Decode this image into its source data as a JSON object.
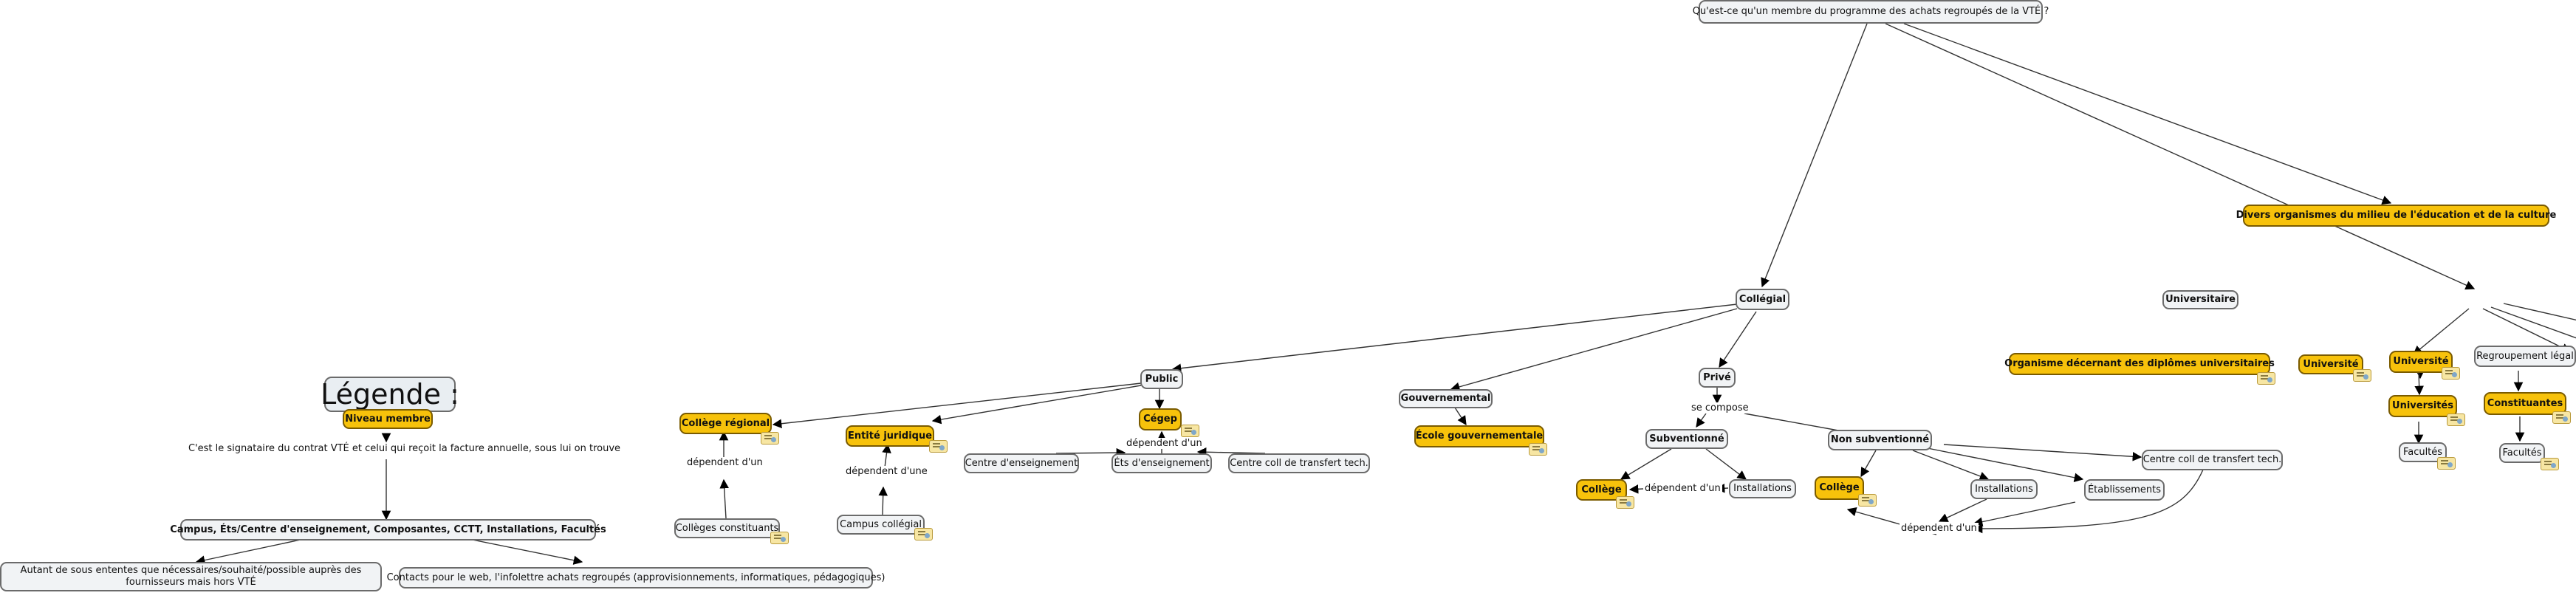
{
  "question": "Qu'est-ce qu'un membre du programme des achats regroupés de la VTÉ ?",
  "divers": "Divers organismes du milieu de l'éducation et de la culture",
  "collegial": "Collégial",
  "universitaire": "Universitaire",
  "public": "Public",
  "gouvernemental": "Gouvernemental",
  "prive": "Privé",
  "college_regional": "Collège régional",
  "entite_juridique": "Entité juridique",
  "cegep": "Cégep",
  "ecole_gouv": "École gouvernementale",
  "subventionne": "Subventionné",
  "non_subventionne": "Non subventionné",
  "college_a": "Collège",
  "college_b": "Collège",
  "installations_a": "Installations",
  "installations_b": "Installations",
  "etablissements": "Établissements",
  "centre_coll_a": "Centre coll de transfert tech.",
  "centre_coll_b": "Centre coll de transfert tech.",
  "centre_enseignement": "Centre d'enseignement",
  "ets_enseignement": "Éts d'enseignement",
  "colleges_constituants": "Collèges constituants",
  "campus_collegial": "Campus collégial",
  "org_diplomes": "Organisme décernant des diplômes universitaires",
  "universite_a": "Université",
  "universite_b": "Université",
  "universites": "Universités",
  "regroupement_legal": "Regroupement légal",
  "constituantes": "Constituantes",
  "facultes_a": "Facultés",
  "facultes_b": "Facultés",
  "legend_title": "Légende :",
  "niveau_membre": "Niveau membre",
  "legend_desc": "C'est le signataire du contrat VTÉ et celui qui reçoit la facture annuelle, sous lui on trouve",
  "campus_line": "Campus, Éts/Centre d'enseignement, Composantes, CCTT, Installations, Facultés",
  "autant": "Autant de sous ententes que nécessaires/souhaité/possible auprès des fournisseurs mais hors VTÉ",
  "contacts": "Contacts pour le web, l'infolettre achats regroupés (approvisionnements, informatiques, pédagogiques)",
  "edge_labels": {
    "depend_un": "dépendent d'un",
    "depend_une": "dépendent d'une",
    "se_compose": "se compose"
  },
  "colors": {
    "member": "#f7c20b",
    "node": "#f1f3f5",
    "border": "#6b6b6b"
  }
}
